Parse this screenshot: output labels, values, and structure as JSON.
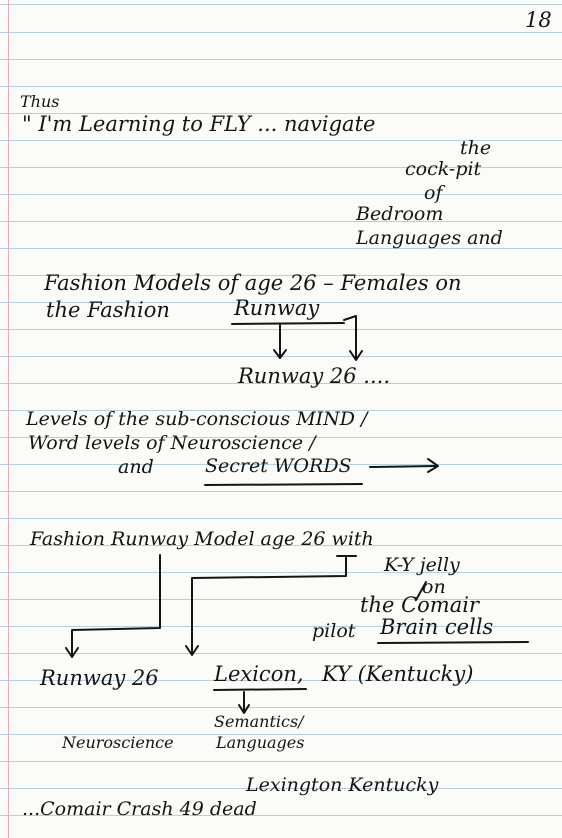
{
  "page_number": "18",
  "lines": {
    "thus": "Thus",
    "learning": "\" I'm Learning to FLY ... navigate",
    "the": "the",
    "cockpit": "cock-pit",
    "of": "of",
    "bedroom": "Bedroom",
    "languages": "Languages and",
    "fashion_models": "Fashion Models of age 26 – Females on",
    "the_fashion": "the Fashion",
    "runway_underlined": "Runway",
    "runway26": "Runway 26 ....",
    "levels1": "Levels of the sub-conscious MIND /",
    "levels2": "Word levels of Neuroscience /",
    "and": "and",
    "secret_words": "Secret WORDS",
    "fashion_runway_model": "Fashion Runway Model age 26 with",
    "ky_jelly": "K-Y jelly",
    "on": "on",
    "the_comair": "the Comair",
    "pilot": "pilot",
    "brain_cells": "Brain cells",
    "runway_26": "Runway 26",
    "lexicon": "Lexicon,",
    "ky_kentucky": "KY (Kentucky)",
    "semantics": "Semantics/",
    "neuroscience": "Neuroscience",
    "languages2": "Languages",
    "lexington": "Lexington Kentucky",
    "comair_crash": "...Comair Crash 49 dead"
  }
}
